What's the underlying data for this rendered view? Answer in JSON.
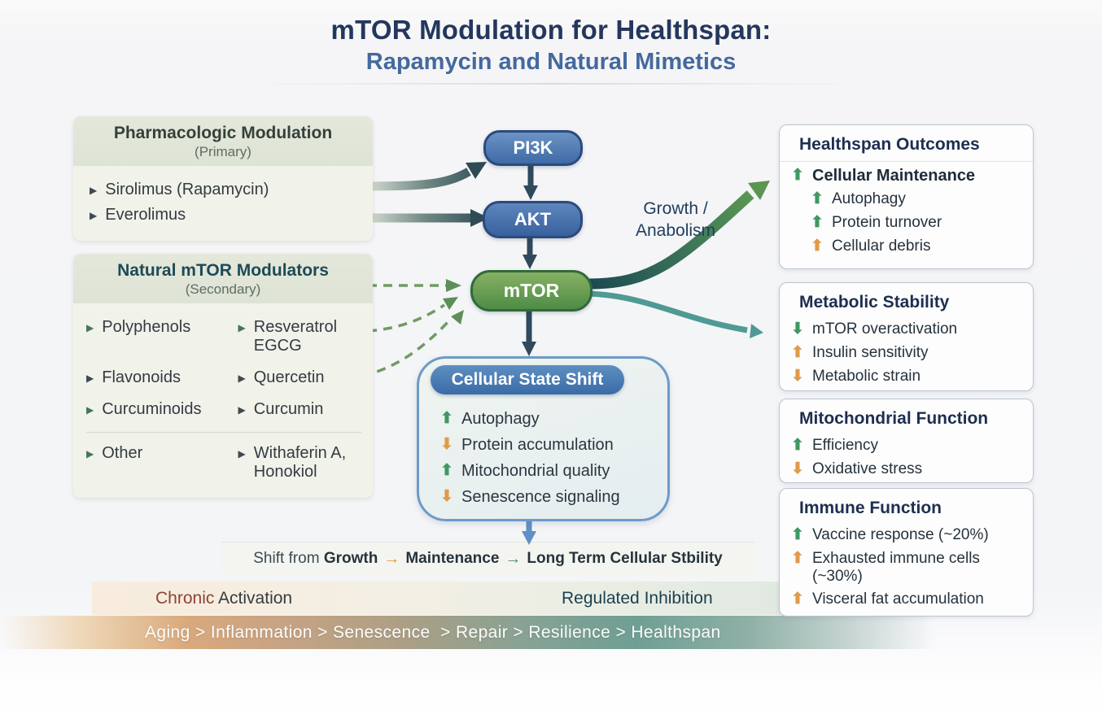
{
  "title": {
    "line1": "mTOR Modulation for Healthspan:",
    "line2": "Rapamycin and Natural Mimetics"
  },
  "pharma_box": {
    "title": "Pharmacologic Modulation",
    "subtitle": "(Primary)",
    "items": [
      "Sirolimus (Rapamycin)",
      "Everolimus"
    ]
  },
  "natural_box": {
    "title": "Natural mTOR Modulators",
    "subtitle": "(Secondary)",
    "rows": [
      {
        "left": "Polyphenols",
        "right": "Resveratrol",
        "right2": "EGCG"
      },
      {
        "left": "Flavonoids",
        "right": "Quercetin",
        "right2": ""
      },
      {
        "left": "Curcuminoids",
        "right": "Curcumin",
        "right2": ""
      }
    ],
    "other_row": {
      "left": "Other",
      "right": "Withaferin A,",
      "right2": "Honokiol"
    }
  },
  "pathway": {
    "pi3k": "PI3K",
    "akt": "AKT",
    "mtor": "mTOR",
    "growth_line1": "Growth /",
    "growth_line2": "Anabolism"
  },
  "state_shift": {
    "title": "Cellular State Shift",
    "items": [
      {
        "label": "Autophagy",
        "dir": "up",
        "tone": "green"
      },
      {
        "label": "Protein accumulation",
        "dir": "down",
        "tone": "orange"
      },
      {
        "label": "Mitochondrial quality",
        "dir": "up",
        "tone": "green"
      },
      {
        "label": "Senescence signaling",
        "dir": "down",
        "tone": "orange"
      }
    ]
  },
  "shift_line": {
    "prefix": "Shift from ",
    "step1": "Growth",
    "step2": "Maintenance",
    "step3": "Long Term Cellular Stbility"
  },
  "outcome_boxes": [
    {
      "title": "Healthspan Outcomes",
      "items": [
        {
          "label": "Cellular Maintenance",
          "dir": "up",
          "tone": "green",
          "level": 1
        },
        {
          "label": "Autophagy",
          "dir": "up",
          "tone": "green",
          "level": 2
        },
        {
          "label": "Protein turnover",
          "dir": "up",
          "tone": "green",
          "level": 2
        },
        {
          "label": "Cellular debris",
          "dir": "up",
          "tone": "orange",
          "level": 2
        }
      ]
    },
    {
      "title": "Metabolic Stability",
      "items": [
        {
          "label": "mTOR overactivation",
          "dir": "down",
          "tone": "green"
        },
        {
          "label": "Insulin sensitivity",
          "dir": "up",
          "tone": "orange"
        },
        {
          "label": "Metabolic strain",
          "dir": "down",
          "tone": "orange"
        }
      ]
    },
    {
      "title": "Mitochondrial Function",
      "items": [
        {
          "label": "Efficiency",
          "dir": "up",
          "tone": "green"
        },
        {
          "label": "Oxidative stress",
          "dir": "down",
          "tone": "orange"
        }
      ]
    },
    {
      "title": "Immune Function",
      "items": [
        {
          "label": "Vaccine response (~20%)",
          "dir": "up",
          "tone": "green"
        },
        {
          "label": "Exhausted immune cells (~30%)",
          "dir": "up",
          "tone": "orange"
        },
        {
          "label": "Visceral fat accumulation",
          "dir": "up",
          "tone": "orange"
        }
      ]
    }
  ],
  "spectrum": {
    "left_word": "Chronic",
    "left_rest": " Activation",
    "right_label": "Regulated Inhibition",
    "bar_text": "Aging > Inflammation > Senescence  > Repair > Resilience > Healthspan"
  },
  "colors": {
    "green_arrow": "#3f9862",
    "orange_arrow": "#e09a4a",
    "navy_title": "#24375c",
    "blue_subtitle": "#44699d",
    "pill_blue": "#3f6aa6",
    "pill_green": "#4f8c46",
    "solid_arrow": "#2e4a55",
    "dashed_arrow": "#6e9c64",
    "branch_teal": "#4f9a94"
  }
}
